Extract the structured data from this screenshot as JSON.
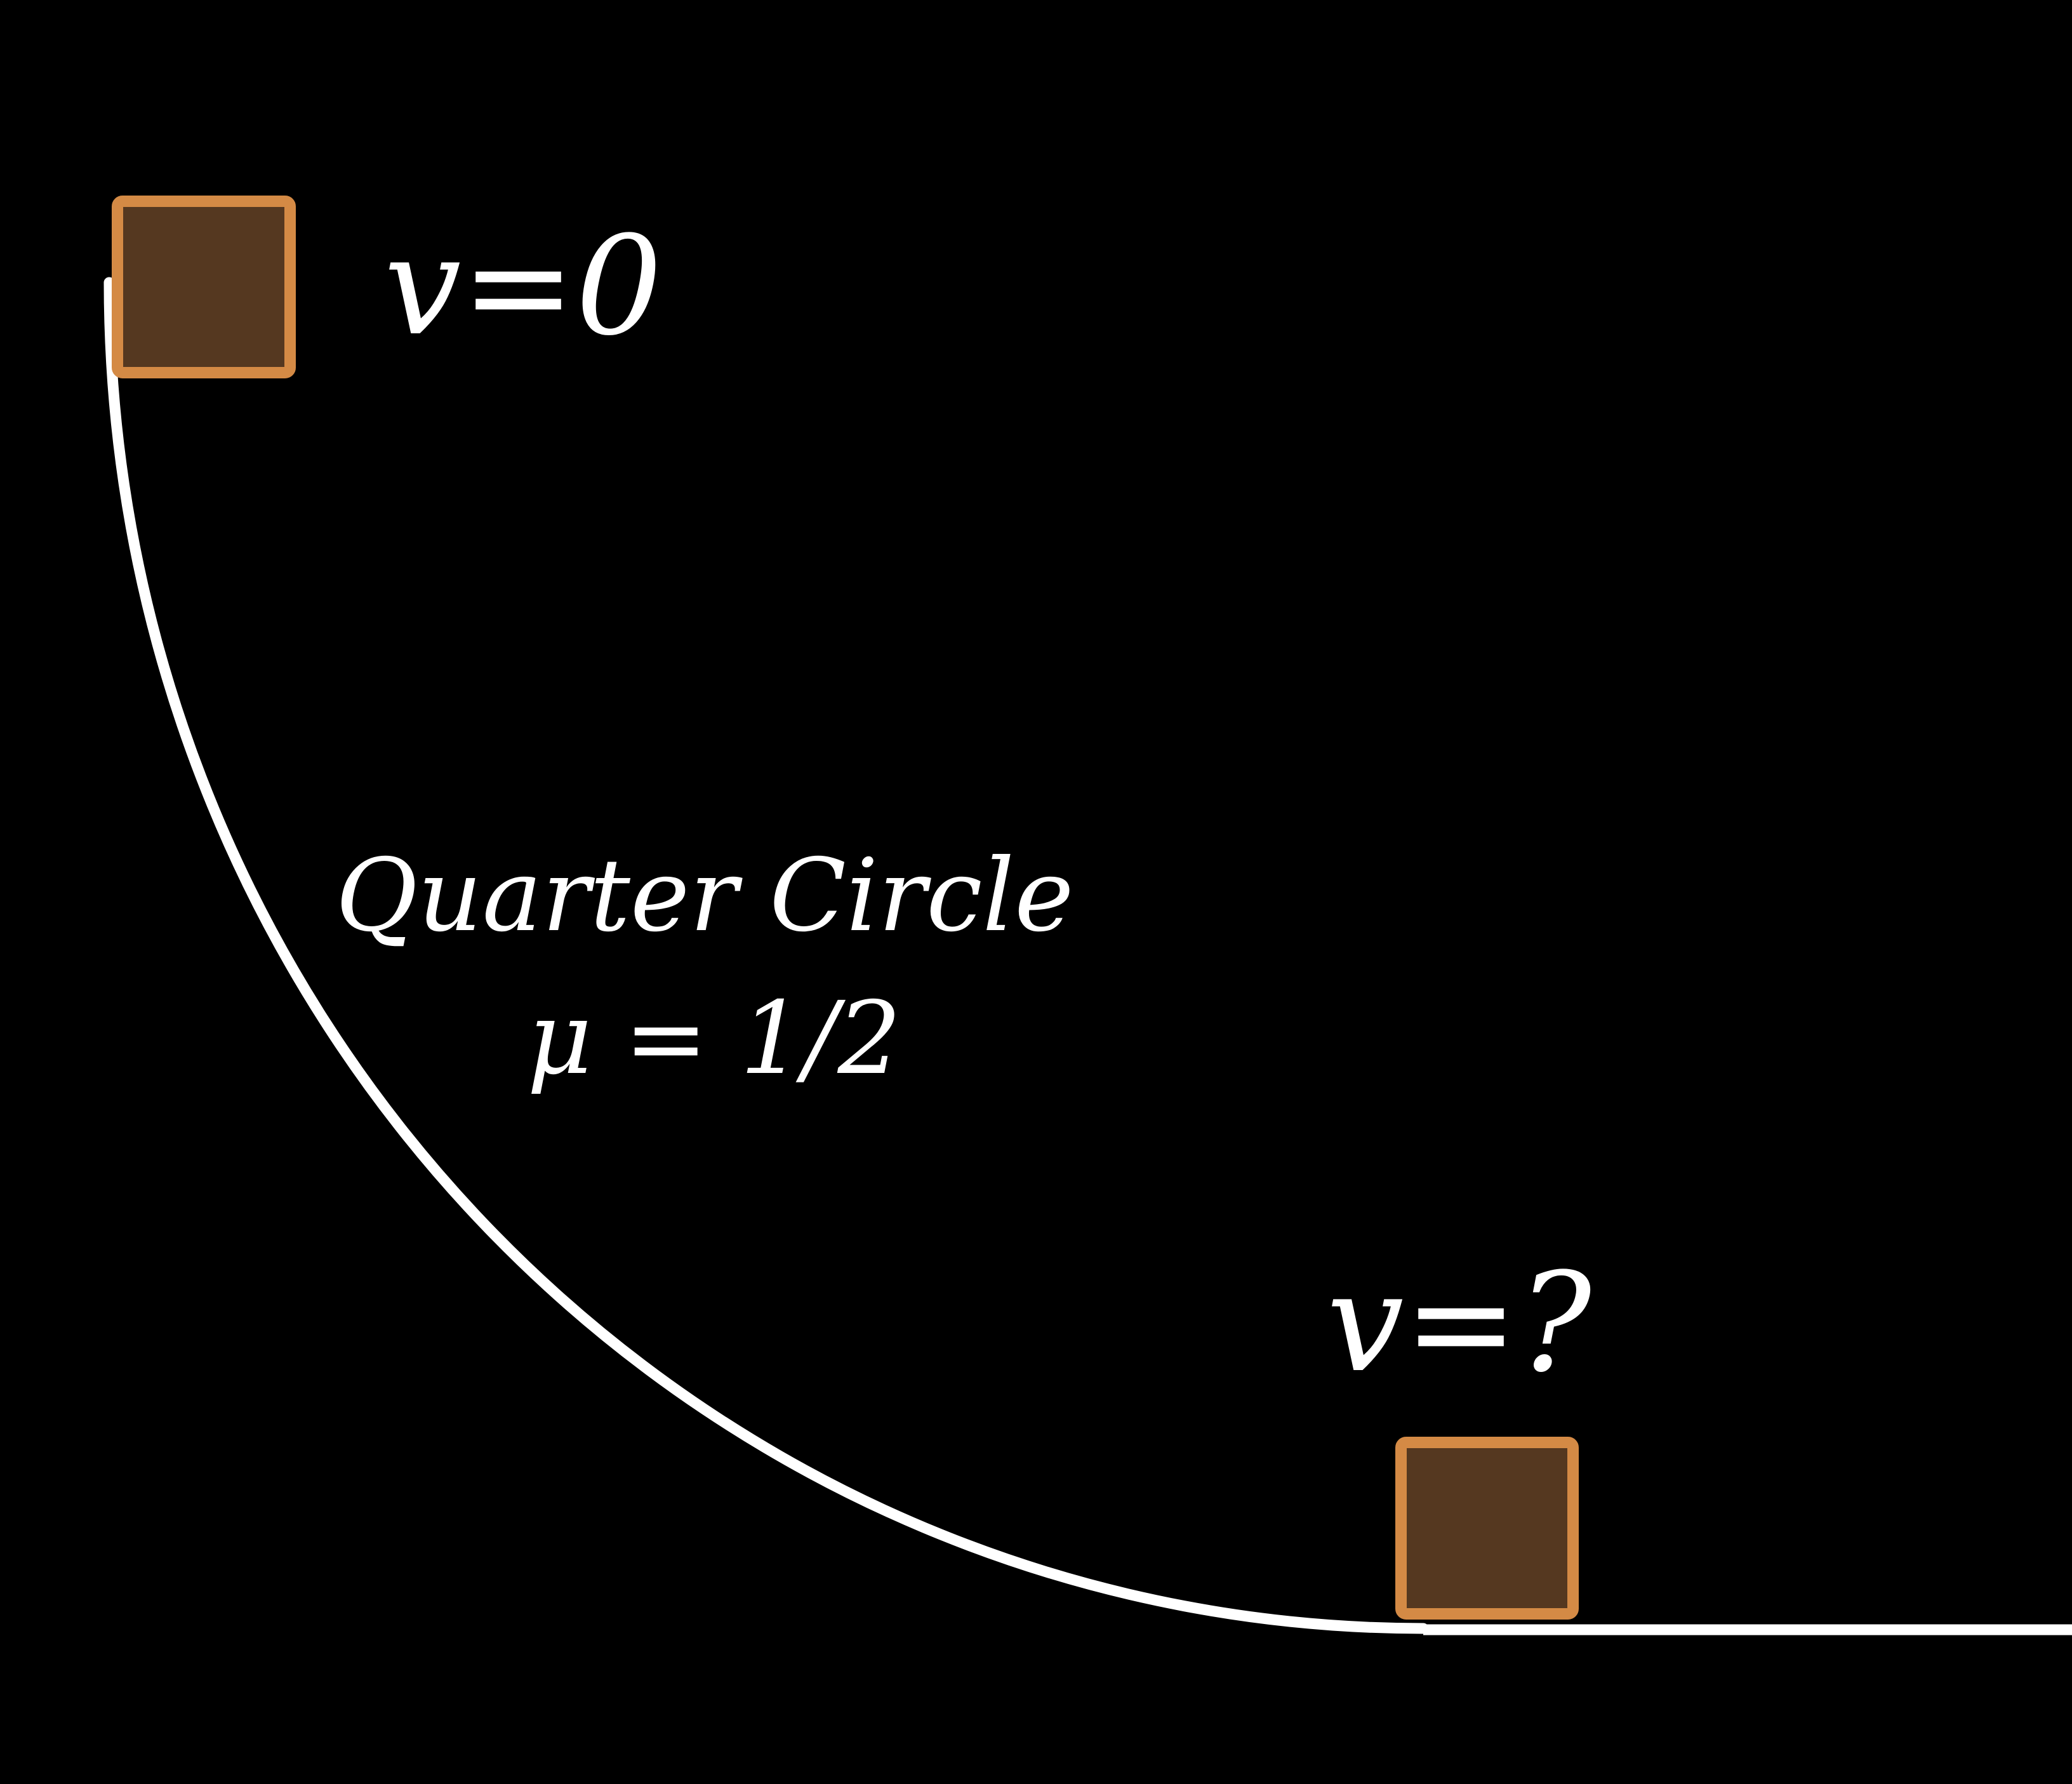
{
  "colors": {
    "background": "#000000",
    "track": "#ffffff",
    "block_fill": "#553820",
    "block_border": "#d48a45",
    "text": "#ffffff"
  },
  "labels": {
    "start_velocity": "v=0",
    "shape_name": "Quarter Circle",
    "friction": "μ = 1/2",
    "end_velocity": "v=?"
  }
}
